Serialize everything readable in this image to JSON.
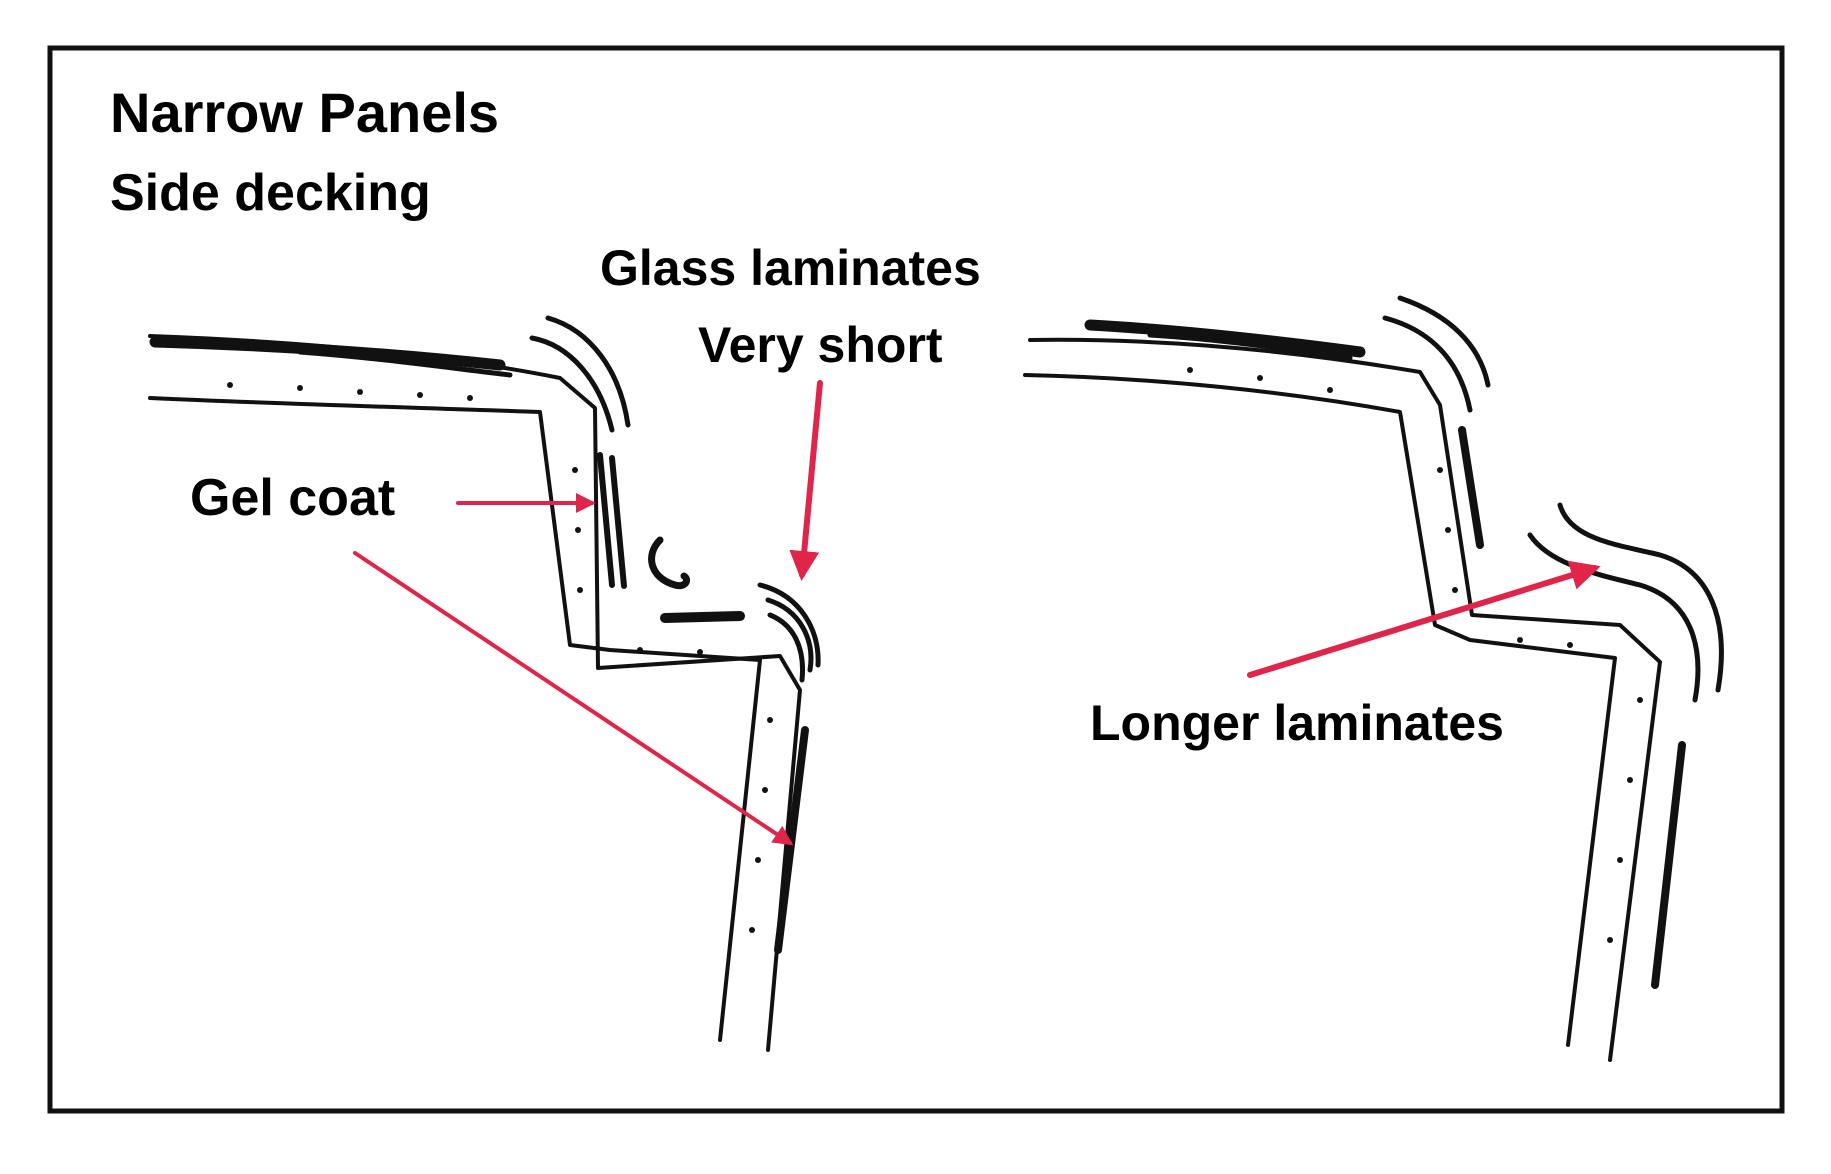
{
  "title": "Narrow Panels",
  "subtitle": "Side decking",
  "labels": {
    "glass_laminates": "Glass laminates",
    "very_short": "Very short",
    "gel_coat": "Gel coat",
    "longer_laminates": "Longer laminates"
  },
  "colors": {
    "arrow": "#e0254a",
    "ink": "#111111",
    "frame": "#111111",
    "background": "#ffffff"
  }
}
